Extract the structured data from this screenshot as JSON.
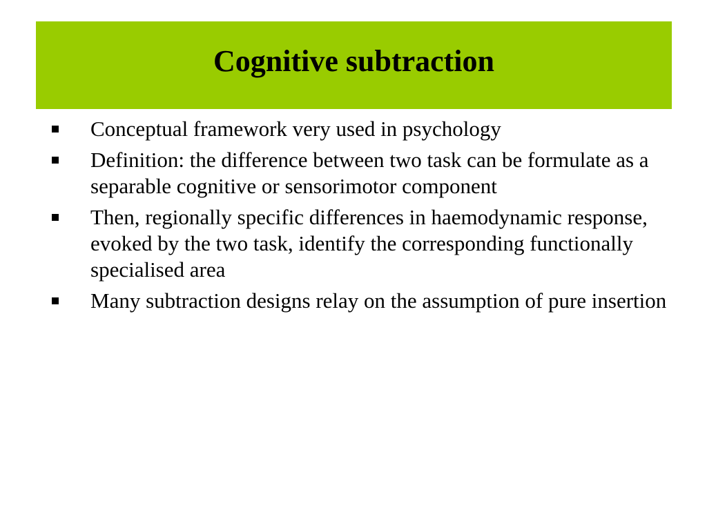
{
  "colors": {
    "title_band": "#99cc00",
    "text": "#000000",
    "background": "#ffffff"
  },
  "slide": {
    "title": "Cognitive subtraction",
    "bullets": [
      "Conceptual framework very used in psychology",
      "Definition: the difference between two task can be formulate as a separable cognitive or sensorimotor component",
      "Then, regionally specific differences in haemodynamic response, evoked by the two task, identify the corresponding functionally specialised area",
      "Many subtraction designs relay on the assumption of pure insertion"
    ]
  },
  "icons": {
    "bullet": "square-bullet-icon"
  }
}
